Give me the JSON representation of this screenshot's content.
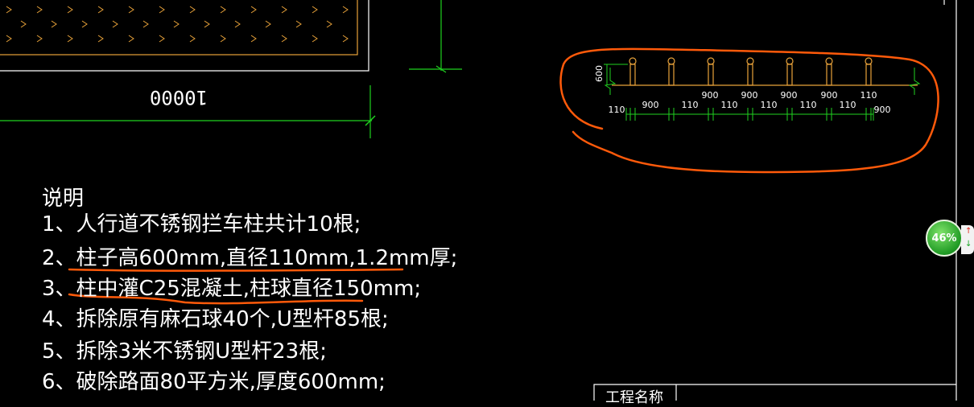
{
  "drawing": {
    "plan_dimension": "10000",
    "elevation": {
      "height_label": "600",
      "dims": [
        "110",
        "900",
        "110",
        "900",
        "110",
        "900",
        "110",
        "900",
        "110",
        "900",
        "110",
        "900",
        "110"
      ]
    }
  },
  "notes": {
    "title": "说明",
    "items": [
      "1、人行道不锈钢拦车柱共计10根;",
      "2、柱子高600mm,直径110mm,1.2mm厚;",
      "3、柱中灌C25混凝土,柱球直径150mm;",
      "4、拆除原有麻石球40个,U型杆85根;",
      "5、拆除3米不锈钢U型杆23根;",
      "6、破除路面80平方米,厚度600mm;"
    ]
  },
  "title_block": {
    "label": "工程名称"
  },
  "zoom": {
    "percent": "46%"
  },
  "colors": {
    "background": "#000000",
    "cad_line_green": "#1fd21f",
    "cad_line_orange": "#e8a23a",
    "annotation_orange": "#ff5a0a",
    "text_white": "#ffffff"
  }
}
